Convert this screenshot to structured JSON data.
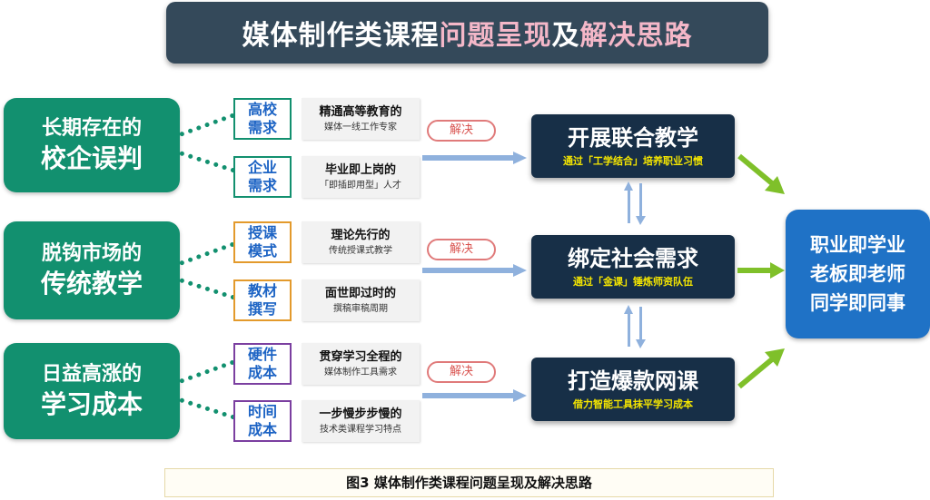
{
  "title": {
    "part1": "媒体制作类课程",
    "part2": "问题呈现",
    "part3": "及",
    "part4": "解决思路"
  },
  "problems": [
    {
      "line1": "长期存在的",
      "line2": "校企误判"
    },
    {
      "line1": "脱钩市场的",
      "line2": "传统教学"
    },
    {
      "line1": "日益高涨的",
      "line2": "学习成本"
    }
  ],
  "tags": [
    {
      "line1": "高校",
      "line2": "需求"
    },
    {
      "line1": "企业",
      "line2": "需求"
    },
    {
      "line1": "授课",
      "line2": "模式"
    },
    {
      "line1": "教材",
      "line2": "撰写"
    },
    {
      "line1": "硬件",
      "line2": "成本"
    },
    {
      "line1": "时间",
      "line2": "成本"
    }
  ],
  "descriptions": [
    {
      "line1": "精通高等教育的",
      "line2": "媒体一线工作专家"
    },
    {
      "line1": "毕业即上岗的",
      "line2": "「即插即用型」人才"
    },
    {
      "line1": "理论先行的",
      "line2": "传统授课式教学"
    },
    {
      "line1": "面世即过时的",
      "line2": "撰稿审稿周期"
    },
    {
      "line1": "贯穿学习全程的",
      "line2": "媒体制作工具需求"
    },
    {
      "line1": "一步慢步步慢的",
      "line2": "技术类课程学习特点"
    }
  ],
  "solve_label": "解决",
  "solutions": [
    {
      "title": "开展联合教学",
      "subtitle": "通过「工学结合」培养职业习惯"
    },
    {
      "title": "绑定社会需求",
      "subtitle": "通过「金课」锤炼师资队伍"
    },
    {
      "title": "打造爆款网课",
      "subtitle": "借力智能工具抹平学习成本"
    }
  ],
  "outcome": {
    "line1": "职业即学业",
    "line2": "老板即老师",
    "line3": "同学即同事"
  },
  "caption": "图3  媒体制作类课程问题呈现及解决思路",
  "colors": {
    "title_bg": "#34495a",
    "title_highlight": "#f4b7c8",
    "problem_green": "#12906f",
    "solution_navy": "#172f47",
    "solution_sub_yellow": "#f5e600",
    "outcome_blue": "#1f72c6",
    "arrow_blue": "#8fb1dd",
    "arrow_green": "#7fc02a",
    "pill_red": "#d9534f"
  }
}
